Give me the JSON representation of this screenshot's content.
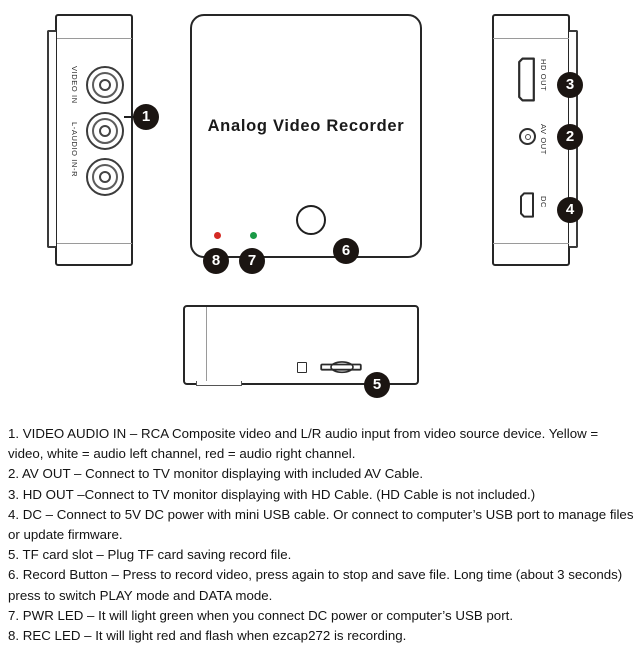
{
  "device": {
    "title": "Analog Video Recorder",
    "views": {
      "left_label": "left-side-view",
      "top_label": "top-view",
      "right_label": "right-side-view",
      "bottom_label": "front-bottom-view"
    }
  },
  "ports": {
    "video_in": "VIDEO IN",
    "audio_in": "L-AUDIO IN-R",
    "hd_out": "HD OUT",
    "av_out": "AV OUT",
    "dc": "DC"
  },
  "leds": {
    "rec_color": "#d42a24",
    "pwr_color": "#1a9a46"
  },
  "callouts": {
    "one": "1",
    "two": "2",
    "three": "3",
    "four": "4",
    "five": "5",
    "six": "6",
    "seven": "7",
    "eight": "8"
  },
  "instructions": [
    "1. VIDEO AUDIO IN – RCA Composite video and L/R audio input from video source device. Yellow = video, white = audio left channel, red = audio right channel.",
    "2. AV OUT – Connect to TV monitor displaying with included AV Cable.",
    "3. HD OUT –Connect to TV monitor displaying with HD Cable. (HD Cable is not included.)",
    "4. DC – Connect to 5V DC power with mini USB cable. Or connect to computer’s USB port to manage files or update firmware.",
    "5. TF card slot – Plug TF card saving record file.",
    "6. Record Button – Press to record video, press again to stop and save file. Long time (about 3 seconds) press to switch PLAY mode and DATA mode.",
    "7. PWR LED – It will light green when you connect DC power or computer’s USB port.",
    "8. REC LED – It will light red and flash when ezcap272 is recording."
  ]
}
